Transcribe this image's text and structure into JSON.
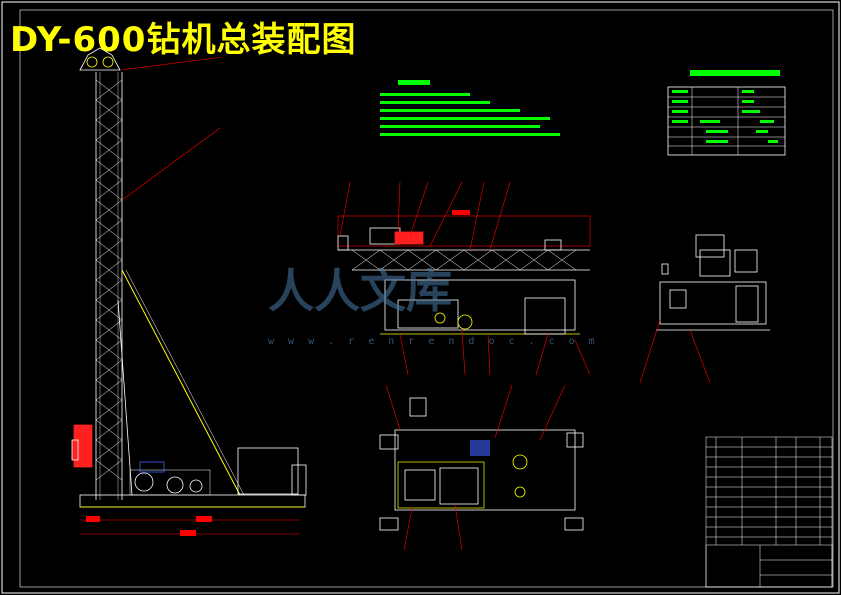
{
  "drawing": {
    "title": "DY-600钻机总装配图",
    "watermark": {
      "text": "人人文库",
      "url": "w w w . r e n r e n d o c . c o m"
    }
  },
  "colors": {
    "background": "#000000",
    "frame": "#ffffff",
    "structure": "#ffffff",
    "leader": "#ff0000",
    "note": "#00ff00",
    "accent": "#ffff00",
    "highlight": "#ff0000",
    "blue_part": "#4060ff"
  }
}
